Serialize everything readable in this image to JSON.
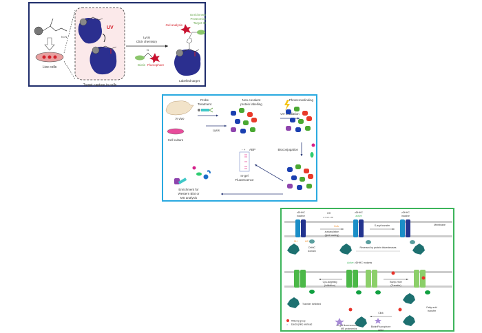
{
  "panel1": {
    "live_cells": "Live cells",
    "target_capture": "Target capture in cells",
    "uv": "UV",
    "lysis": "Lysis",
    "click_chemistry": "Click chemistry",
    "biotin": "Biotin",
    "fluorophore": "Fluorophore",
    "azide": "N",
    "gel_analysis": "Gel analysis",
    "enrichment": "Enrichment",
    "proteomics": "Proteomics",
    "target_id": "Target ID",
    "labelled_target": "Labelled target",
    "diazirine": "N=N"
  },
  "panel2": {
    "in_vivo": "in vivo",
    "cell_culture": "Cell culture",
    "probe": "Probe",
    "treatment": "Treatment",
    "lysis": "Lysis",
    "noncovalent_1": "Non-covalent",
    "noncovalent_2": "protein labelling",
    "uv_irradiation": "UV irradiation",
    "photocrosslinking": "Photocrosslinking",
    "bioconjugation": "Bioconjugation",
    "abp": "ABP",
    "gel_lanes": "-  +",
    "ingel_1": "In-gel",
    "ingel_2": "Fluorescence",
    "enrich_1": "Enrichment for",
    "enrich_2": "Western Blot or",
    "enrich_3": "MS analysis"
  },
  "panel3": {
    "zdhhc": "zDHHC",
    "inactive": "inactive",
    "active": "active",
    "membrane": "Membrane",
    "n_range": "n = 14 - 20",
    "oh": "OH",
    "coa": "CoA",
    "autoacylation": "autoacylation",
    "lipid_loading": "(lipid loading)",
    "s_acyl_transfer": "S-acyl transfer",
    "dhhc_domain_1": "DHHC",
    "dhhc_domain_2": "domain",
    "reversed": "Reversed by protein thioesterases",
    "active_word": "Active",
    "mutants": "zDHHC mutants",
    "cys_targeting": "Cys-targeting",
    "inhibition": "(inhibition)",
    "bump_hole": "Bump-Hole",
    "transfer": "(Transfer)",
    "transfer_inhibited": "Transfer inhibited",
    "fatty_acid_1": "Fatty acid",
    "fatty_acid_2": "transfer",
    "click": "Click",
    "biotin_fluor_1": "Biotin/Fluorophore",
    "biotin_fluor_2": "azide",
    "ingel_ms_1": "In-gel fluorescence /",
    "ingel_ms_2": "MS proteomics",
    "legend_bump": "R/Bump group",
    "legend_warhead": "Electrophilic warhead",
    "sh": "SH",
    "hs": "HS"
  },
  "colors": {
    "panel1_border": "#1f2d6b",
    "panel2_border": "#29a9e0",
    "panel3_border": "#3cb45a",
    "protein_blue": "#2b2f8f",
    "red_accent": "#d4202a",
    "green_label": "#6aa84f",
    "teal_protein": "#1d7070"
  }
}
